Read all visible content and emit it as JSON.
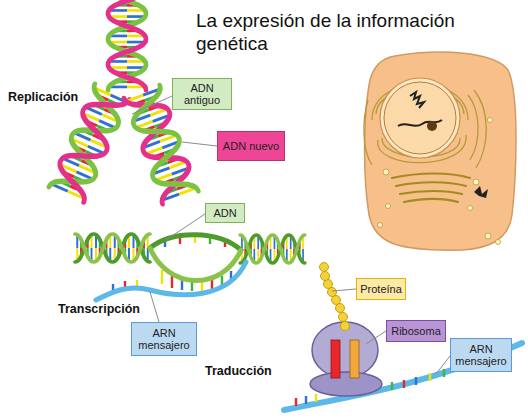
{
  "diagram": {
    "title": "La expresión de la información genética",
    "nodes": [
      {
        "text": [
          "ADN antiguo"
        ]
      },
      {
        "text": [
          "ADN nuevo"
        ]
      },
      {
        "text": [
          "ADN"
        ]
      },
      {
        "text": [
          "ARN mensajero"
        ]
      },
      {
        "text": [
          "Proteína"
        ]
      },
      {
        "text": [
          "Ribosoma"
        ]
      },
      {
        "text": [
          "ARN mensajero"
        ]
      }
    ],
    "labels": [
      "Replicación",
      "Transcripción",
      "Traducción"
    ]
  }
}
